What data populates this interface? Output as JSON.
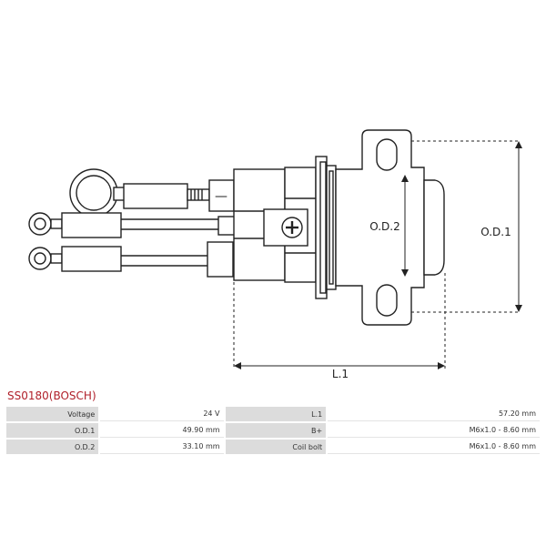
{
  "title": "SS0180(BOSCH)",
  "dimension_labels": {
    "od1": "O.D.1",
    "od2": "O.D.2",
    "l1": "L.1"
  },
  "terminal_mark": "—",
  "icons": [
    "phillips-screw-icon",
    "ring-terminal-icon"
  ],
  "colors": {
    "title": "#b0202a",
    "outline": "#222222",
    "label_bg": "#dcdcdc"
  },
  "specs": [
    {
      "label": "Voltage",
      "value": "24 V",
      "label2": "L.1",
      "value2": "57.20 mm"
    },
    {
      "label": "O.D.1",
      "value": "49.90 mm",
      "label2": "B+",
      "value2": "M6x1.0 - 8.60 mm"
    },
    {
      "label": "O.D.2",
      "value": "33.10 mm",
      "label2": "Coil bolt",
      "value2": "M6x1.0 - 8.60 mm"
    }
  ]
}
